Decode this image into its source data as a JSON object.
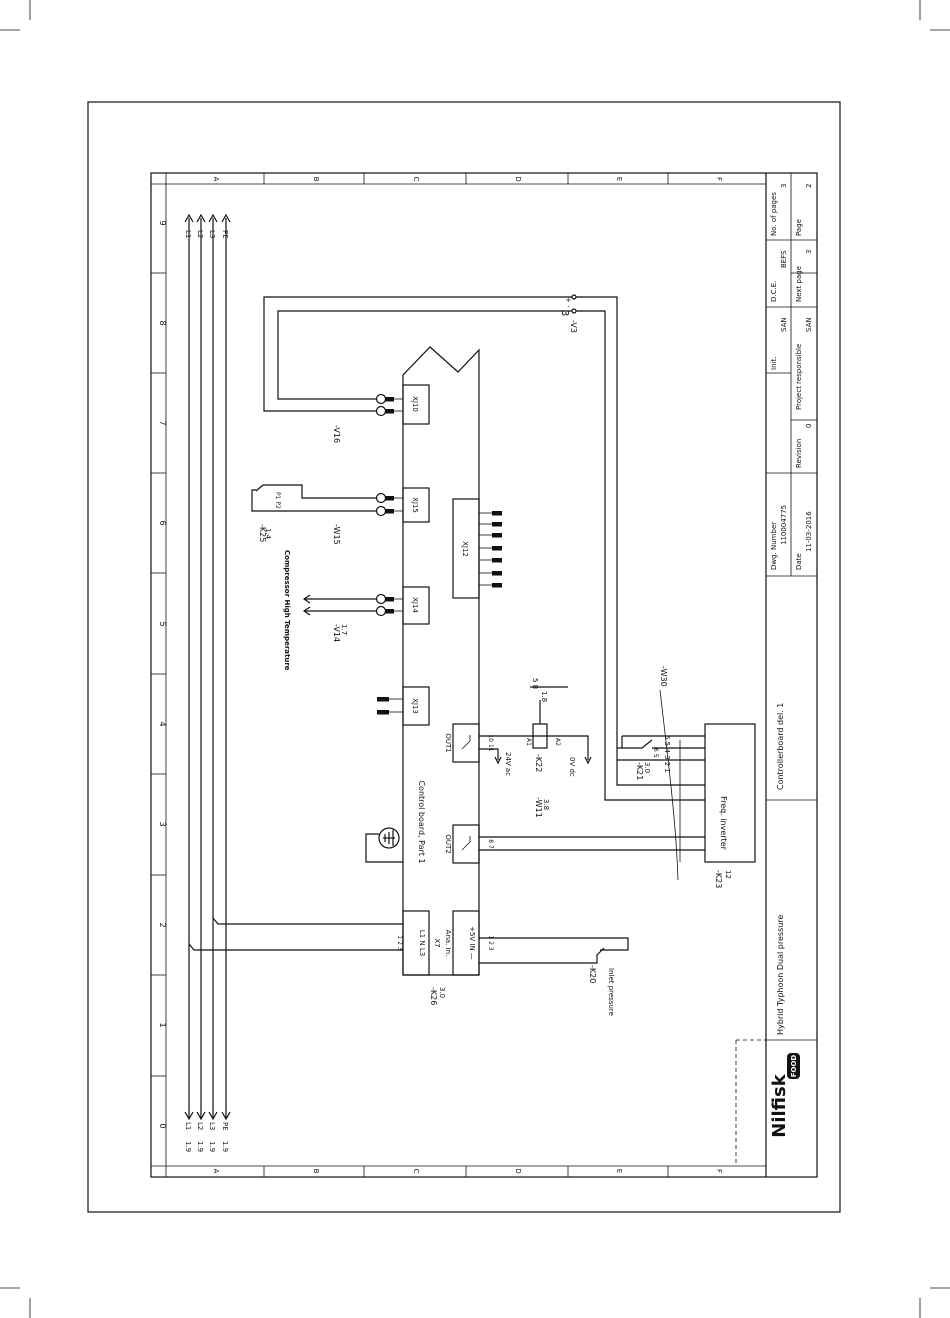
{
  "frame": {
    "col_letters": [
      "A",
      "B",
      "C",
      "D",
      "E",
      "F"
    ],
    "row_numbers": [
      "0",
      "1",
      "2",
      "3",
      "4",
      "5",
      "6",
      "7",
      "8",
      "9"
    ]
  },
  "supply": {
    "lines": [
      "L1",
      "L2",
      "L3",
      "PE"
    ],
    "refs": [
      "1.9",
      "1.9",
      "1.9",
      "1.9"
    ]
  },
  "connectors": {
    "xj10": "XJ10",
    "xj15": "XJ15",
    "xj14": "XJ14",
    "xj13": "XJ13",
    "xj12": "XJ12"
  },
  "control_board": {
    "label": "Control board, Part 1",
    "out1": "OUT1",
    "out2": "OUT2",
    "ana_in": "Ana. In.",
    "x7": "X7",
    "x7_pins": "L1 N L3",
    "x7_nums": "1 2 3",
    "ana_pins": "+5V IN —",
    "ana_nums": "1 2 3",
    "out1_nums": "10 11",
    "out2_nums": "8 7"
  },
  "components": {
    "v16": "-V16",
    "v15": "-W15",
    "k25": "-K25",
    "k25_ref": "1.4",
    "k25_pins": "P1 P2",
    "v14": "-V14",
    "v14_ref": "1.7",
    "compressor": "Compressor High Temperature",
    "v3": "-V3",
    "v3_symbol": "3",
    "v3_pins": "+ -",
    "k22": "-K22",
    "k22_a": "A1",
    "k22_b": "A2",
    "k22_val_1": "24V ac",
    "k22_val_2": "0V dc",
    "k22_ref": "5 8",
    "k22_ref2": "1.8",
    "w11": "-W11",
    "w11_ref": "3.8",
    "w30": "-W30",
    "k21": "-K21",
    "k21_ref": "3.0",
    "k21_pins": "6 5",
    "freq_inverter": "Freq. inverter",
    "freq_pins": "6 5 4 3 2 1",
    "k23": "-K23",
    "k23_ref": "12",
    "k26": "-K26",
    "k26_ref": "3.0",
    "k20": "-K20",
    "inlet": "Inlet pressure"
  },
  "title_block": {
    "brand": "Nilfisk",
    "brand_tag": "FOOD",
    "machine": "Hybrid Typhoon Dual pressure",
    "sheet_title": "Controllerboard del. 1",
    "dwg_number_label": "Dwg. Number",
    "dwg_number": "110004775",
    "date_label": "Date",
    "date": "11-03-2016",
    "revision_label": "Revision",
    "revision": "0",
    "init_label": "Init.",
    "init": "SAN",
    "project_label": "Project responsible",
    "project": "SAN",
    "dce_label": "D.C.E.",
    "dce": "BEFS",
    "next_label": "Next page",
    "next": "3",
    "pages_label": "No. of pages",
    "pages": "3",
    "page_label": "Page",
    "page": "2"
  }
}
